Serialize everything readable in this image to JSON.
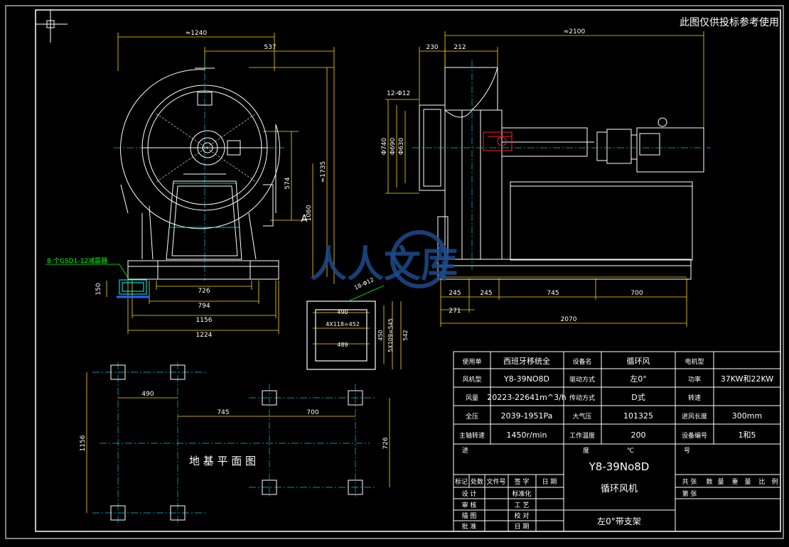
{
  "colors": {
    "background": "#000000",
    "frame": "#ffffff",
    "outline": "#ffffff",
    "center": "#00c8d8",
    "dimension": "#ffdd00",
    "section": "#ffffff",
    "motor": "#ffffff",
    "flange": "#ff2020",
    "leader": "#00ff00",
    "hatch": "#00ffff",
    "watermark": "#1e4a8c"
  },
  "note": "此图仅供投标参考使用",
  "watermark": {
    "text": "人人文库"
  },
  "front_view": {
    "dims": {
      "overall_width": "≈1240",
      "half_width": "537",
      "height_total": "≈1735",
      "height_mid": "1060",
      "height_upper": "574",
      "base_1": "726",
      "base_2": "794",
      "base_3": "1156",
      "base_4": "1224",
      "isolator_h": "150"
    },
    "section_mark": "A",
    "isolator_label": "8-个GSD1-12减震器"
  },
  "side_view": {
    "dims": {
      "overall": "≈2100",
      "d230": "230",
      "d212": "212",
      "d1": "Φ740",
      "d2": "Φ690",
      "d3": "Φ630",
      "bolts": "12-Φ12",
      "b245a": "245",
      "b245b": "245",
      "b271": "271",
      "b745": "745",
      "b700": "700",
      "total": "2070"
    }
  },
  "flange_detail": {
    "bolts": "18-Φ12",
    "w1": "490",
    "pitch": "4X118=452",
    "w2": "489",
    "h1": "450",
    "pitch_v": "5X109=545",
    "h2": "542"
  },
  "foundation": {
    "title": "地 基 平 面 图",
    "dims": {
      "d490": "490",
      "d745": "745",
      "d700": "700",
      "d726": "726",
      "d1156": "1156"
    }
  },
  "title_block": {
    "rows": [
      [
        "使用单",
        "西班牙移统全",
        "设备名",
        "循环风",
        "电机型",
        ""
      ],
      [
        "风机型",
        "Y8-39NO8D",
        "驱动方式",
        "左0°",
        "功率",
        "37KW和22KW"
      ],
      [
        "风量",
        "20223-22641m^3/h",
        "传动方式",
        "D式",
        "转速",
        ""
      ],
      [
        "全压",
        "2039-1951Pa",
        "大气压",
        "101325",
        "进风长度",
        "300mm"
      ],
      [
        "主轴转速",
        "1450r/min",
        "工作温度",
        "200",
        "设备编号",
        "1和5"
      ]
    ],
    "sign": {
      "note_left": "进",
      "degree": "度",
      "deg_unit": "℃",
      "num": "号",
      "h1": "标记",
      "h2": "处数",
      "h3": "文件号",
      "h4": "签 字",
      "h5": "日 期",
      "r1a": "设 计",
      "r1b": "标准化",
      "r2a": "审 核",
      "r2b": "工 艺",
      "r3a": "描 图",
      "r3b": "校 对",
      "r4a": "批 准",
      "r4b": "日 期"
    },
    "model": "Y8-39No8D",
    "name": "循环风机",
    "rot": "左0°带支架",
    "right": {
      "r1": "共 张",
      "r1b": "数",
      "r1c": "量",
      "r1d": "重",
      "r1e": "量",
      "r1f": "比",
      "r1g": "例",
      "r2": "第 张"
    }
  }
}
